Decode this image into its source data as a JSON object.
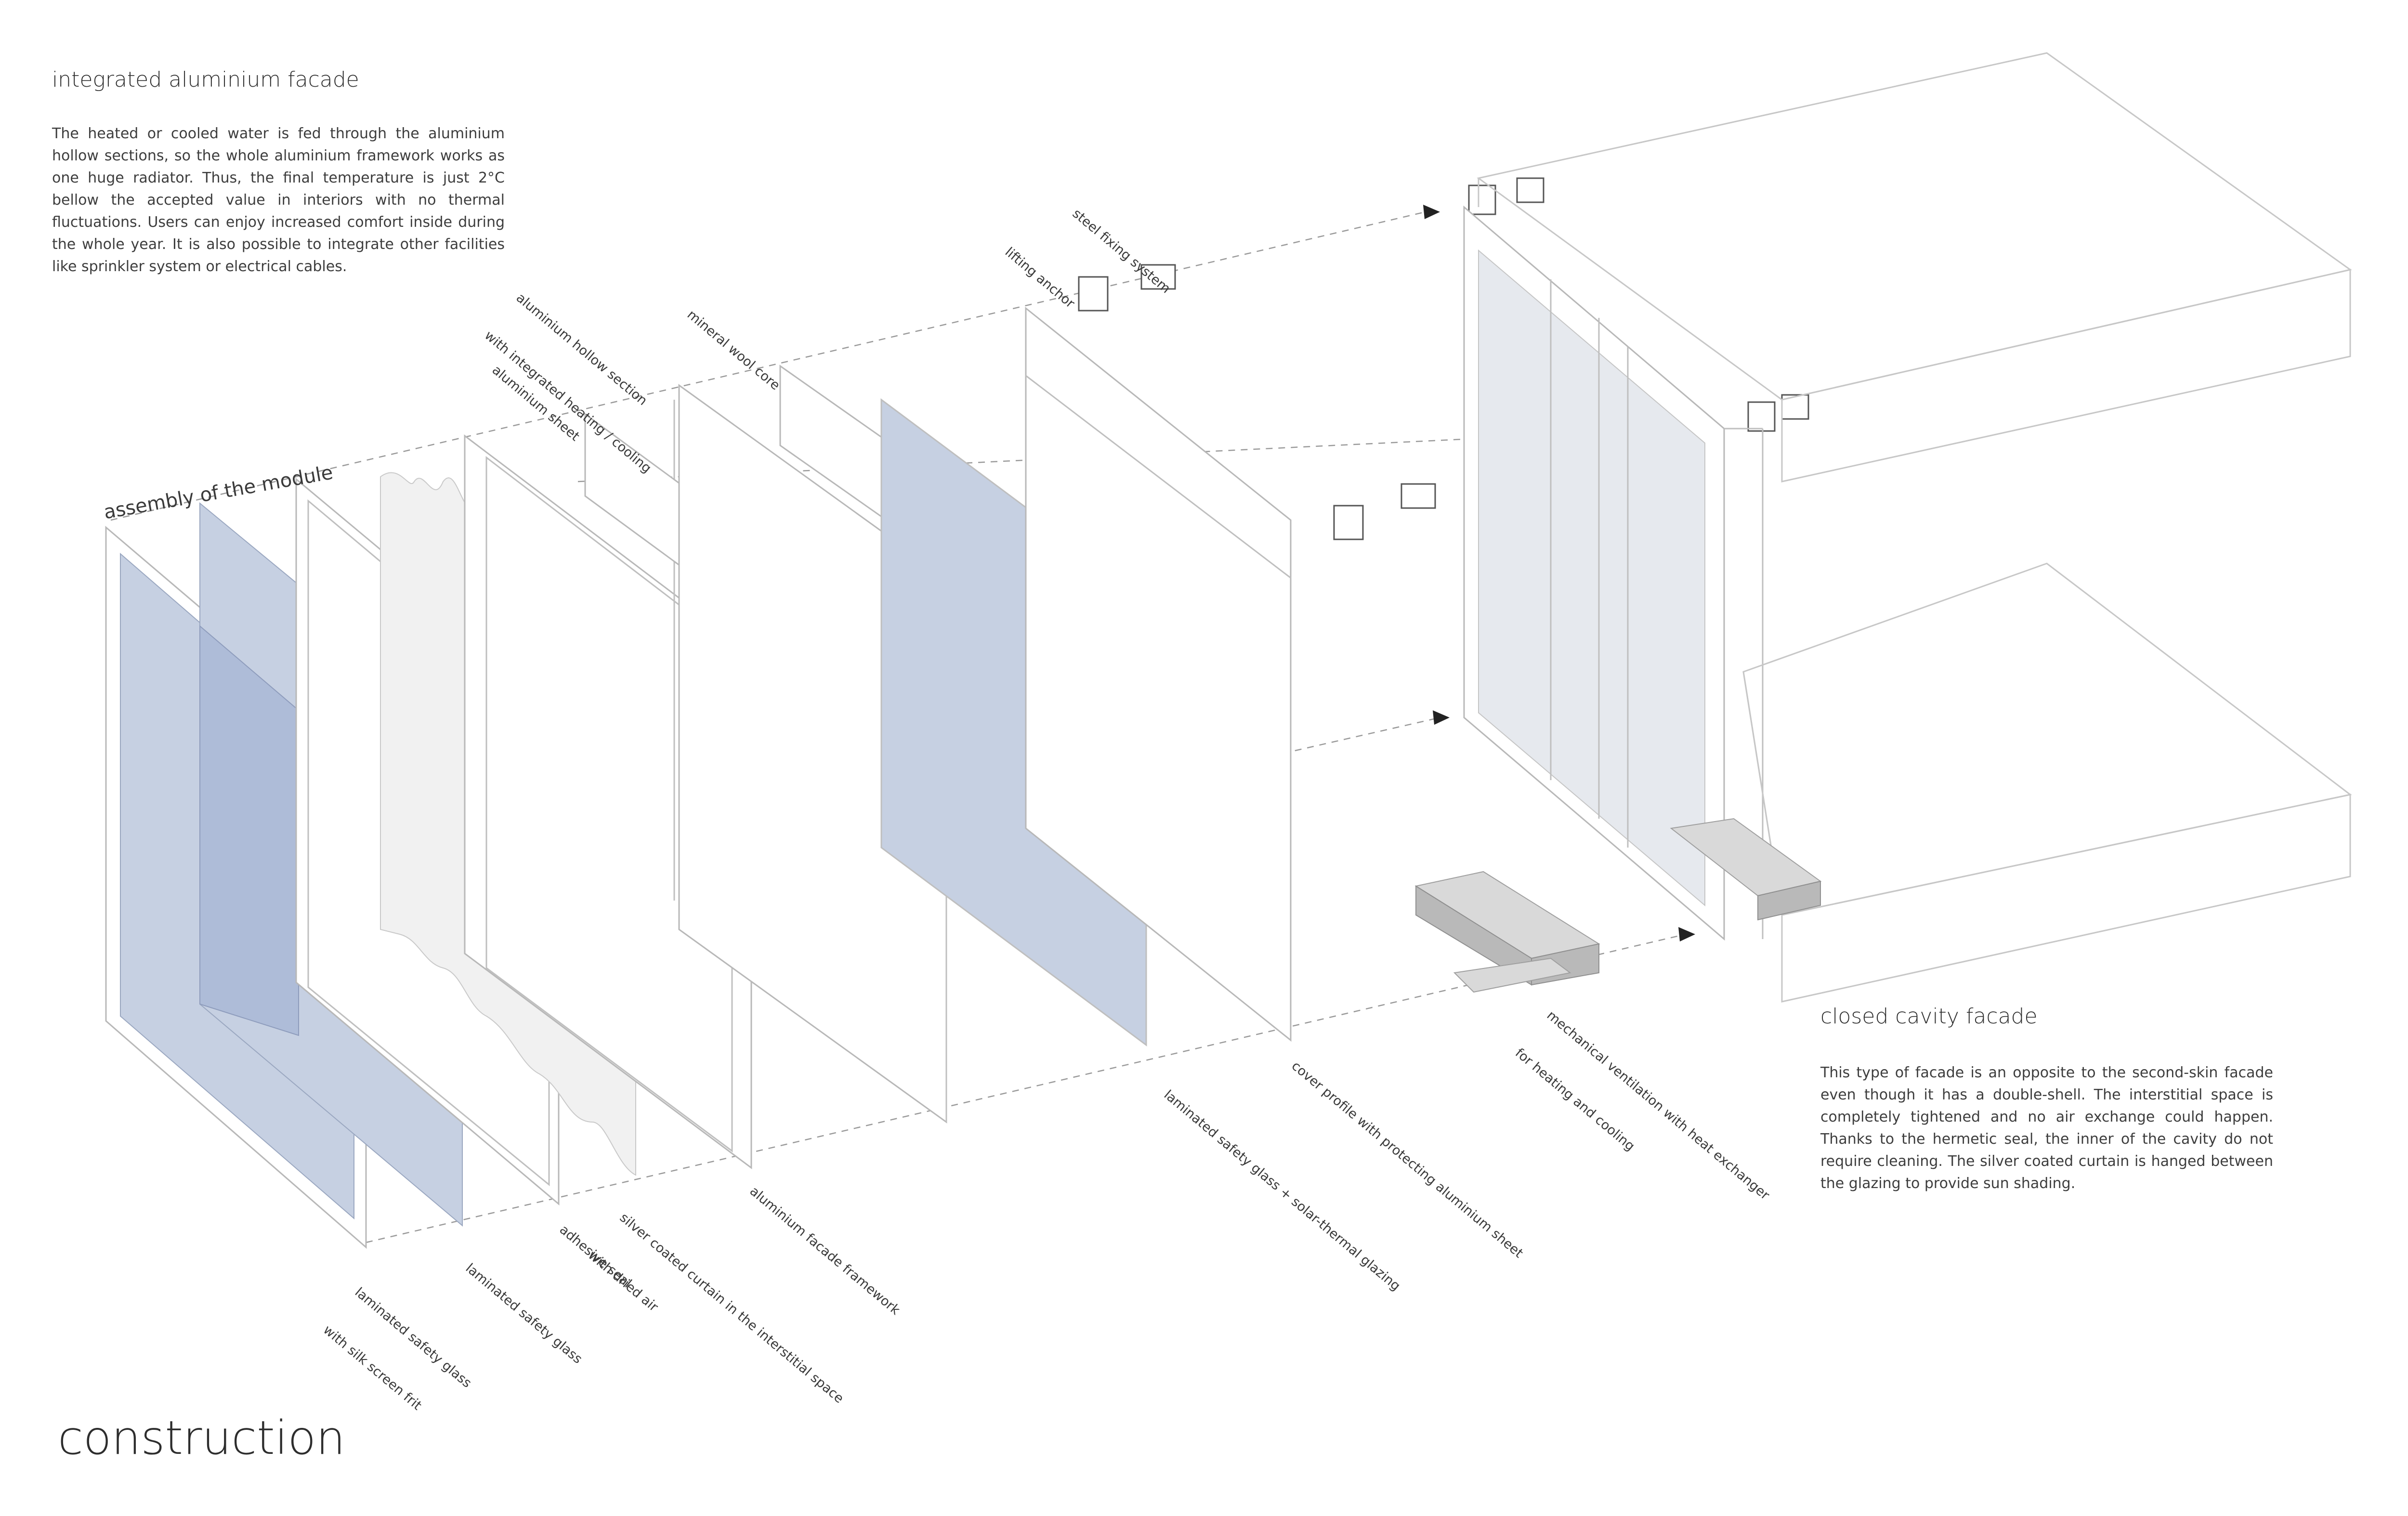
{
  "title_top": "integrated aluminium facade",
  "body_top": "The heated or cooled water is fed through the aluminium hollow sections, so the whole aluminium framework works as one huge radiator. Thus, the final temperature is just 2°C bellow the accepted value in interiors with no thermal fluctuations. Users can enjoy increased comfort inside during the whole year. It is also possible to integrate other facilities like sprinkler system or  electrical cables.",
  "assembly_label": "assembly of the module",
  "closed_cavity_title": "closed cavity facade",
  "closed_cavity_body": "This type of facade is an opposite to the second-skin facade even though it has a double-shell. The interstitial space is completely tightened and no air exchange could happen. Thanks to the hermetic seal, the inner of the cavity do not require cleaning. The silver coated curtain is hanged between the glazing to provide sun shading.",
  "main_title": "construction",
  "labels": {
    "aluminium_sheet": "aluminium sheet",
    "aluminium_hollow": "aluminium hollow section",
    "aluminium_hollow_sub": "with integrated heating / cooling",
    "mineral_wool": "mineral wool core",
    "lifting_anchor": "lifting anchor",
    "steel_fixing": "steel fixing system",
    "laminated_silk": "laminated safety glass",
    "laminated_silk_sub": "with silk screen frit",
    "laminated": "laminated safety glass",
    "adhesive": "adhesive seal",
    "silver_curtain": "silver coated curtain in the interstitial space",
    "silver_curtain_sub": "with dried air",
    "al_framework": "aluminium facade framework",
    "solar_thermal": "laminated safety glass + solar-thermal glazing",
    "cover_profile": "cover profile with protecting aluminium sheet",
    "mech_vent": "mechanical ventilation with heat exchanger",
    "mech_vent_sub": "for heating and cooling"
  },
  "colors": {
    "glass": "#c6d0e2",
    "glass_dark": "#aebcd8",
    "line": "#b8b8b8",
    "text": "#3a3a3a"
  }
}
